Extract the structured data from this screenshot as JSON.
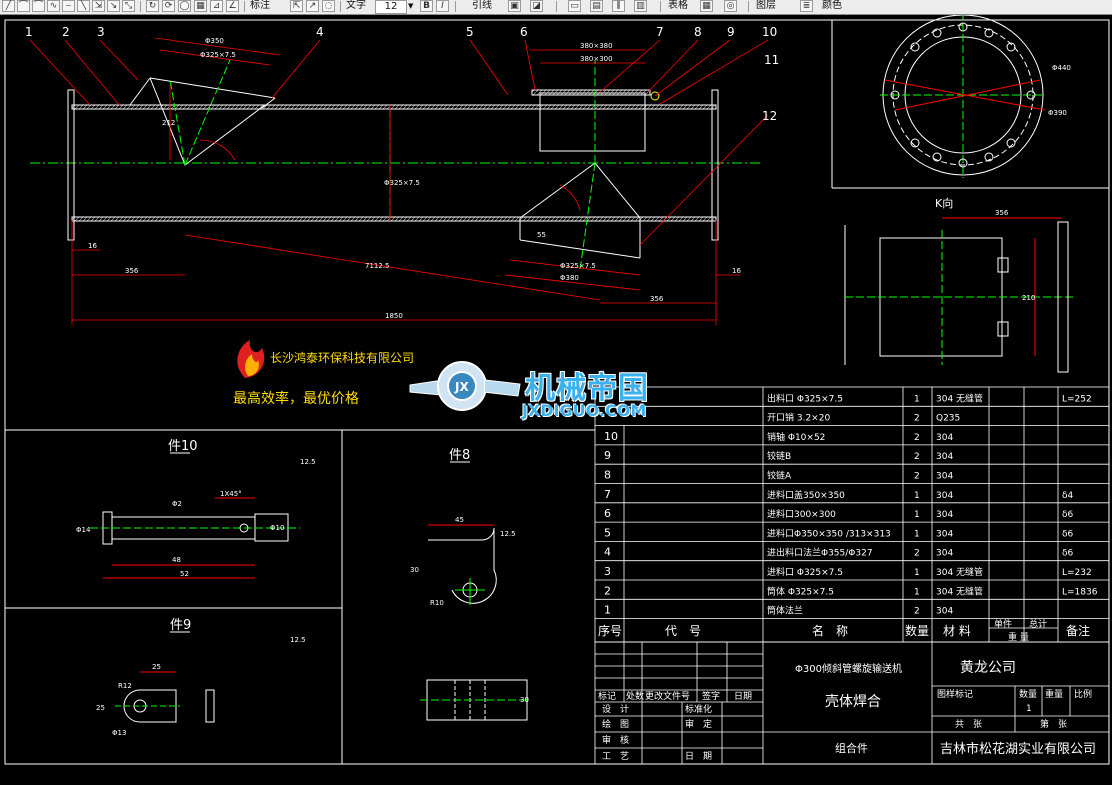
{
  "toolbar": {
    "annotation_label": "标注",
    "text_label": "文字",
    "font_size": "12",
    "bold_label": "B",
    "italic_label": "I",
    "leader_label": "引线",
    "table_label": "表格",
    "layer_label": "图层",
    "layer_value": "颜色"
  },
  "stamp": {
    "company": "长沙鸿泰环保科技有限公司",
    "slogan": "最高效率，最优价格"
  },
  "watermark": {
    "cn": "机械帝国",
    "en": "JXDIGUO.COM"
  },
  "drawing": {
    "balloons": [
      "1",
      "2",
      "3",
      "4",
      "5",
      "6",
      "7",
      "8",
      "9",
      "10",
      "11",
      "12"
    ],
    "dims_main": {
      "top_length": "Φ350",
      "top_pipe": "Φ325×7.5",
      "slant": "212",
      "inlet_outer": "380×380",
      "inlet_inner": "380×300",
      "height": "Φ325×7.5",
      "left_stub": "16",
      "left_len": "356",
      "diag": "7112.5",
      "overall": "1850",
      "right_len": "356",
      "right_stub": "16",
      "bottom_pipe": "Φ325×7.5",
      "bottom_d": "Φ380",
      "bottom_h": "55",
      "flange_d": "Φ440",
      "flange_bolt": "Φ390"
    },
    "k_view": {
      "title": "K向",
      "width": "356",
      "height": "210"
    },
    "part10": {
      "title": "件10",
      "d": "Φ14",
      "len1": "48",
      "len2": "52",
      "chamfer": "1X45°",
      "hole": "Φ2",
      "d2": "Φ10",
      "rough": "12.5"
    },
    "part8": {
      "title": "件8",
      "w": "45",
      "h": "30",
      "r": "R10",
      "rough": "12.5",
      "t": "30"
    },
    "part9": {
      "title": "件9",
      "w": "25",
      "h": "25",
      "r": "R12",
      "d": "Φ13",
      "rough": "12.5"
    },
    "table": {
      "rows": [
        {
          "no": "",
          "code": "",
          "name": "出料口 Φ325×7.5",
          "qty": "1",
          "mat": "304 无缝管",
          "wt": "",
          "total": "",
          "note": "L=252"
        },
        {
          "no": "",
          "code": "",
          "name": "开口销 3.2×20",
          "qty": "2",
          "mat": "Q235",
          "wt": "",
          "total": "",
          "note": ""
        },
        {
          "no": "10",
          "code": "",
          "name": "销轴 Φ10×52",
          "qty": "2",
          "mat": "304",
          "wt": "",
          "total": "",
          "note": ""
        },
        {
          "no": "9",
          "code": "",
          "name": "铰链B",
          "qty": "2",
          "mat": "304",
          "wt": "",
          "total": "",
          "note": ""
        },
        {
          "no": "8",
          "code": "",
          "name": "铰链A",
          "qty": "2",
          "mat": "304",
          "wt": "",
          "total": "",
          "note": ""
        },
        {
          "no": "7",
          "code": "",
          "name": "进料口盖350×350",
          "qty": "1",
          "mat": "304",
          "wt": "",
          "total": "",
          "note": "δ4"
        },
        {
          "no": "6",
          "code": "",
          "name": "进料口300×300",
          "qty": "1",
          "mat": "304",
          "wt": "",
          "total": "",
          "note": "δ6"
        },
        {
          "no": "5",
          "code": "",
          "name": "进料口Φ350×350 /313×313",
          "qty": "1",
          "mat": "304",
          "wt": "",
          "total": "",
          "note": "δ6"
        },
        {
          "no": "4",
          "code": "",
          "name": "进出料口法兰Φ355/Φ327",
          "qty": "2",
          "mat": "304",
          "wt": "",
          "total": "",
          "note": "δ6"
        },
        {
          "no": "3",
          "code": "",
          "name": "进料口 Φ325×7.5",
          "qty": "1",
          "mat": "304 无缝管",
          "wt": "",
          "total": "",
          "note": "L=232"
        },
        {
          "no": "2",
          "code": "",
          "name": "筒体 Φ325×7.5",
          "qty": "1",
          "mat": "304 无缝管",
          "wt": "",
          "total": "",
          "note": "L=1836"
        },
        {
          "no": "1",
          "code": "",
          "name": "筒体法兰",
          "qty": "2",
          "mat": "304",
          "wt": "",
          "total": "",
          "note": ""
        }
      ],
      "header": {
        "no": "序号",
        "code": "代　号",
        "name": "名　称",
        "qty": "数量",
        "mat": "材 料",
        "single": "单件",
        "total": "总计",
        "weight": "重 量",
        "note": "备注"
      }
    },
    "title_block": {
      "product": "Φ300倾斜管螺旋输送机",
      "part": "壳体焊合",
      "type": "组合件",
      "company": "黄龙公司",
      "maker": "吉林市松花湖实业有限公司",
      "stage_label": "图样标记",
      "qty_label": "数量",
      "wt_label": "重量",
      "scale_label": "比例",
      "qty_value": "1",
      "sheets_label": "共　张",
      "sheet_label": "第　张",
      "rev_headers": [
        "标记",
        "处数",
        "更改文件号",
        "签字",
        "日期"
      ],
      "roles": [
        "设　计",
        "绘　图",
        "审　核",
        "工　艺"
      ],
      "roles2": [
        "标准化",
        "审　定",
        "",
        "日　期"
      ]
    }
  }
}
